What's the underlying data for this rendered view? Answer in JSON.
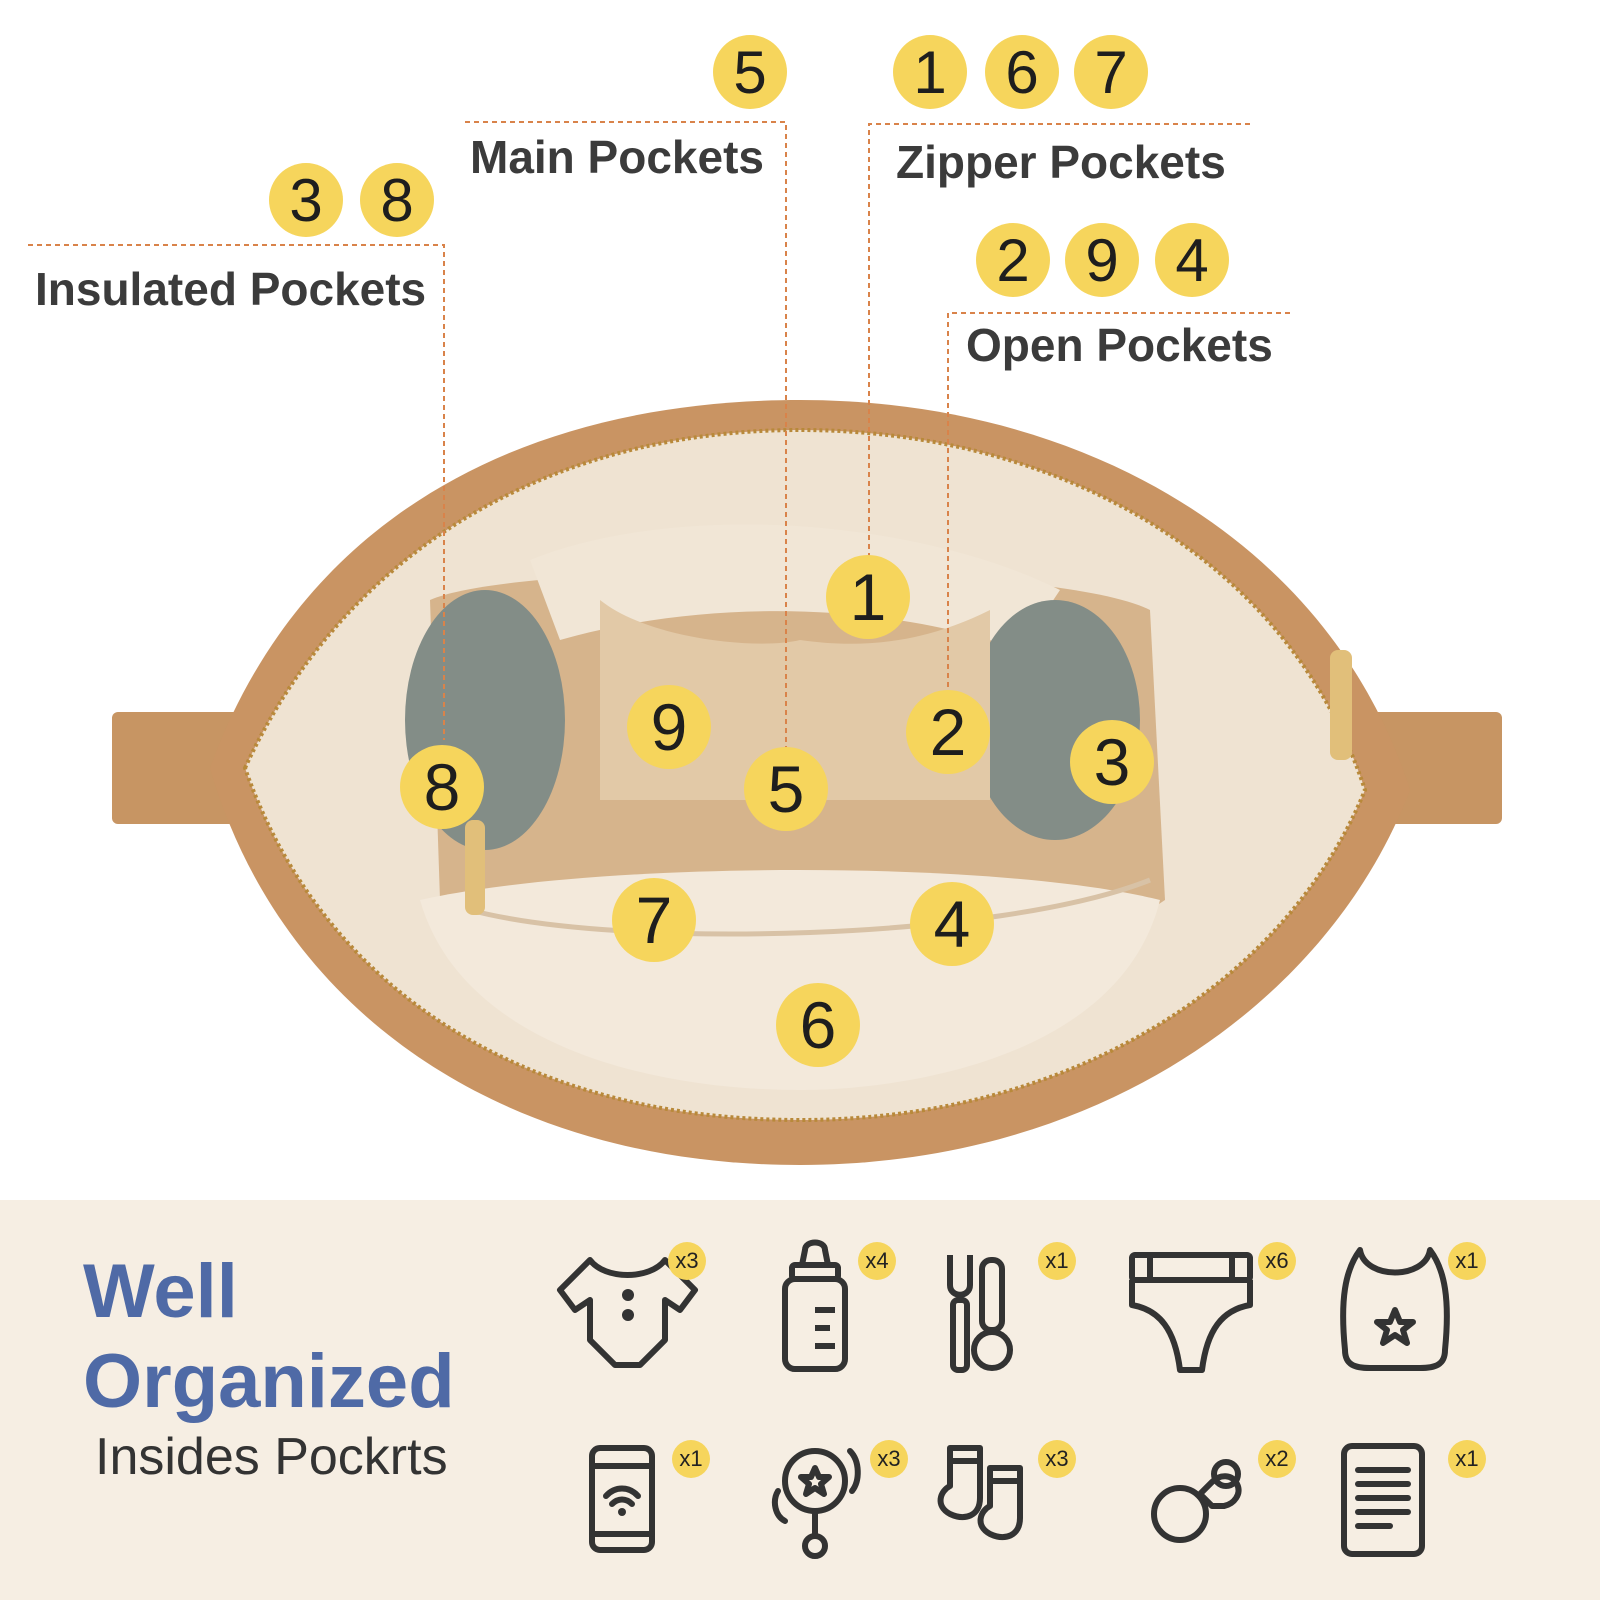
{
  "callouts": {
    "main": {
      "label": "Main Pockets",
      "numbers": [
        "5"
      ]
    },
    "zipper": {
      "label": "Zipper Pockets",
      "numbers": [
        "1",
        "6",
        "7"
      ]
    },
    "insulated": {
      "label": "Insulated Pockets",
      "numbers": [
        "3",
        "8"
      ]
    },
    "open": {
      "label": "Open Pockets",
      "numbers": [
        "2",
        "9",
        "4"
      ]
    }
  },
  "pocket_markers": [
    "1",
    "9",
    "2",
    "8",
    "5",
    "3",
    "7",
    "4",
    "6"
  ],
  "colors": {
    "badge": "#f6d55c",
    "leader_line": "#d9834a",
    "leather": "#c99463",
    "lining": "#efe3d2",
    "title": "#4f6aa6",
    "panel": "#f6eee3"
  },
  "summary": {
    "title_line1": "Well",
    "title_line2": "Organized",
    "subtitle": "Insides Pockrts"
  },
  "items": [
    {
      "icon": "onesie-icon",
      "count": "x3"
    },
    {
      "icon": "baby-bottle-icon",
      "count": "x4"
    },
    {
      "icon": "spoon-fork-icon",
      "count": "x1"
    },
    {
      "icon": "diaper-icon",
      "count": "x6"
    },
    {
      "icon": "bib-icon",
      "count": "x1"
    },
    {
      "icon": "phone-icon",
      "count": "x1"
    },
    {
      "icon": "rattle-icon",
      "count": "x3"
    },
    {
      "icon": "socks-icon",
      "count": "x3"
    },
    {
      "icon": "pacifier-icon",
      "count": "x2"
    },
    {
      "icon": "tablet-icon",
      "count": "x1"
    }
  ]
}
